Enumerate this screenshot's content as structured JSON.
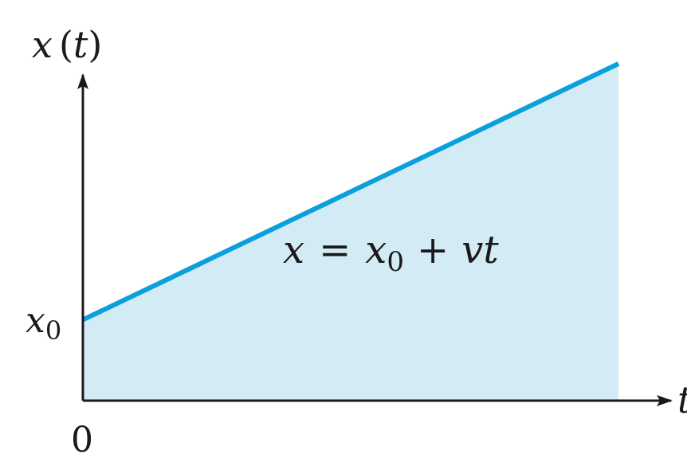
{
  "chart_data": {
    "type": "area",
    "title": "",
    "xlabel": "t",
    "ylabel": "x (t)",
    "x_tick_label": "0",
    "y_tick_label": "x0",
    "y_tick_symbol": "x",
    "y_tick_subscript": "0",
    "annotation": "x = x0 + vt",
    "annotation_parts": {
      "lhs": "x",
      "eq": "=",
      "x0_base": "x",
      "x0_sub": "0",
      "plus": "+",
      "rhs": "vt"
    },
    "ylabel_parts": {
      "var": "x",
      "open": "(",
      "arg": "t",
      "close": ")"
    },
    "xlim": [
      0,
      1
    ],
    "ylim": [
      0,
      1
    ],
    "series": [
      {
        "x": [
          0,
          1
        ],
        "y": [
          0.24,
          1.0
        ]
      }
    ],
    "grid": false,
    "legend": "none",
    "colors": {
      "line": "#0aa0dc",
      "fill": "#d3ebf5",
      "axis": "#1a1a1a"
    }
  }
}
